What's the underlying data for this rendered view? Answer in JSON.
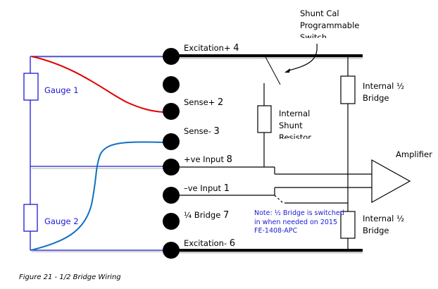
{
  "figure": {
    "caption": "Figure 21 - 1/2 Bridge Wiring"
  },
  "gauges": [
    {
      "label": "Gauge 1"
    },
    {
      "label": "Gauge 2"
    }
  ],
  "terminals": [
    {
      "name": "Excitation+",
      "number": "4"
    },
    {
      "name": "",
      "number": ""
    },
    {
      "name": "Sense+",
      "number": "2"
    },
    {
      "name": "Sense-",
      "number": "3"
    },
    {
      "name": "+ve Input",
      "number": "8"
    },
    {
      "name": "–ve Input",
      "number": "1"
    },
    {
      "name": "¼ Bridge",
      "number": "7"
    },
    {
      "name": "Excitation-",
      "number": "6"
    }
  ],
  "components": {
    "shunt_switch": {
      "line1": "Shunt Cal",
      "line2": "Programmable",
      "line3": "Switch"
    },
    "shunt_resistor": {
      "line1": "Internal",
      "line2": "Shunt",
      "line3": "Resistor"
    },
    "half_bridge_top": {
      "line1": "Internal  ½",
      "line2": "Bridge"
    },
    "half_bridge_bottom": {
      "line1": "Internal  ½",
      "line2": "Bridge"
    },
    "amplifier": {
      "label": "Amplifier"
    }
  },
  "note": {
    "line1": "Note: ½ Bridge is switched",
    "line2": "in when needed on 2015",
    "line3": "FE-1408-APC"
  },
  "colors": {
    "gauge_wire": "#1a1ad6",
    "sense_plus_wire": "#e00000",
    "sense_minus_wire": "#1070c0",
    "terminal": "#000000"
  }
}
